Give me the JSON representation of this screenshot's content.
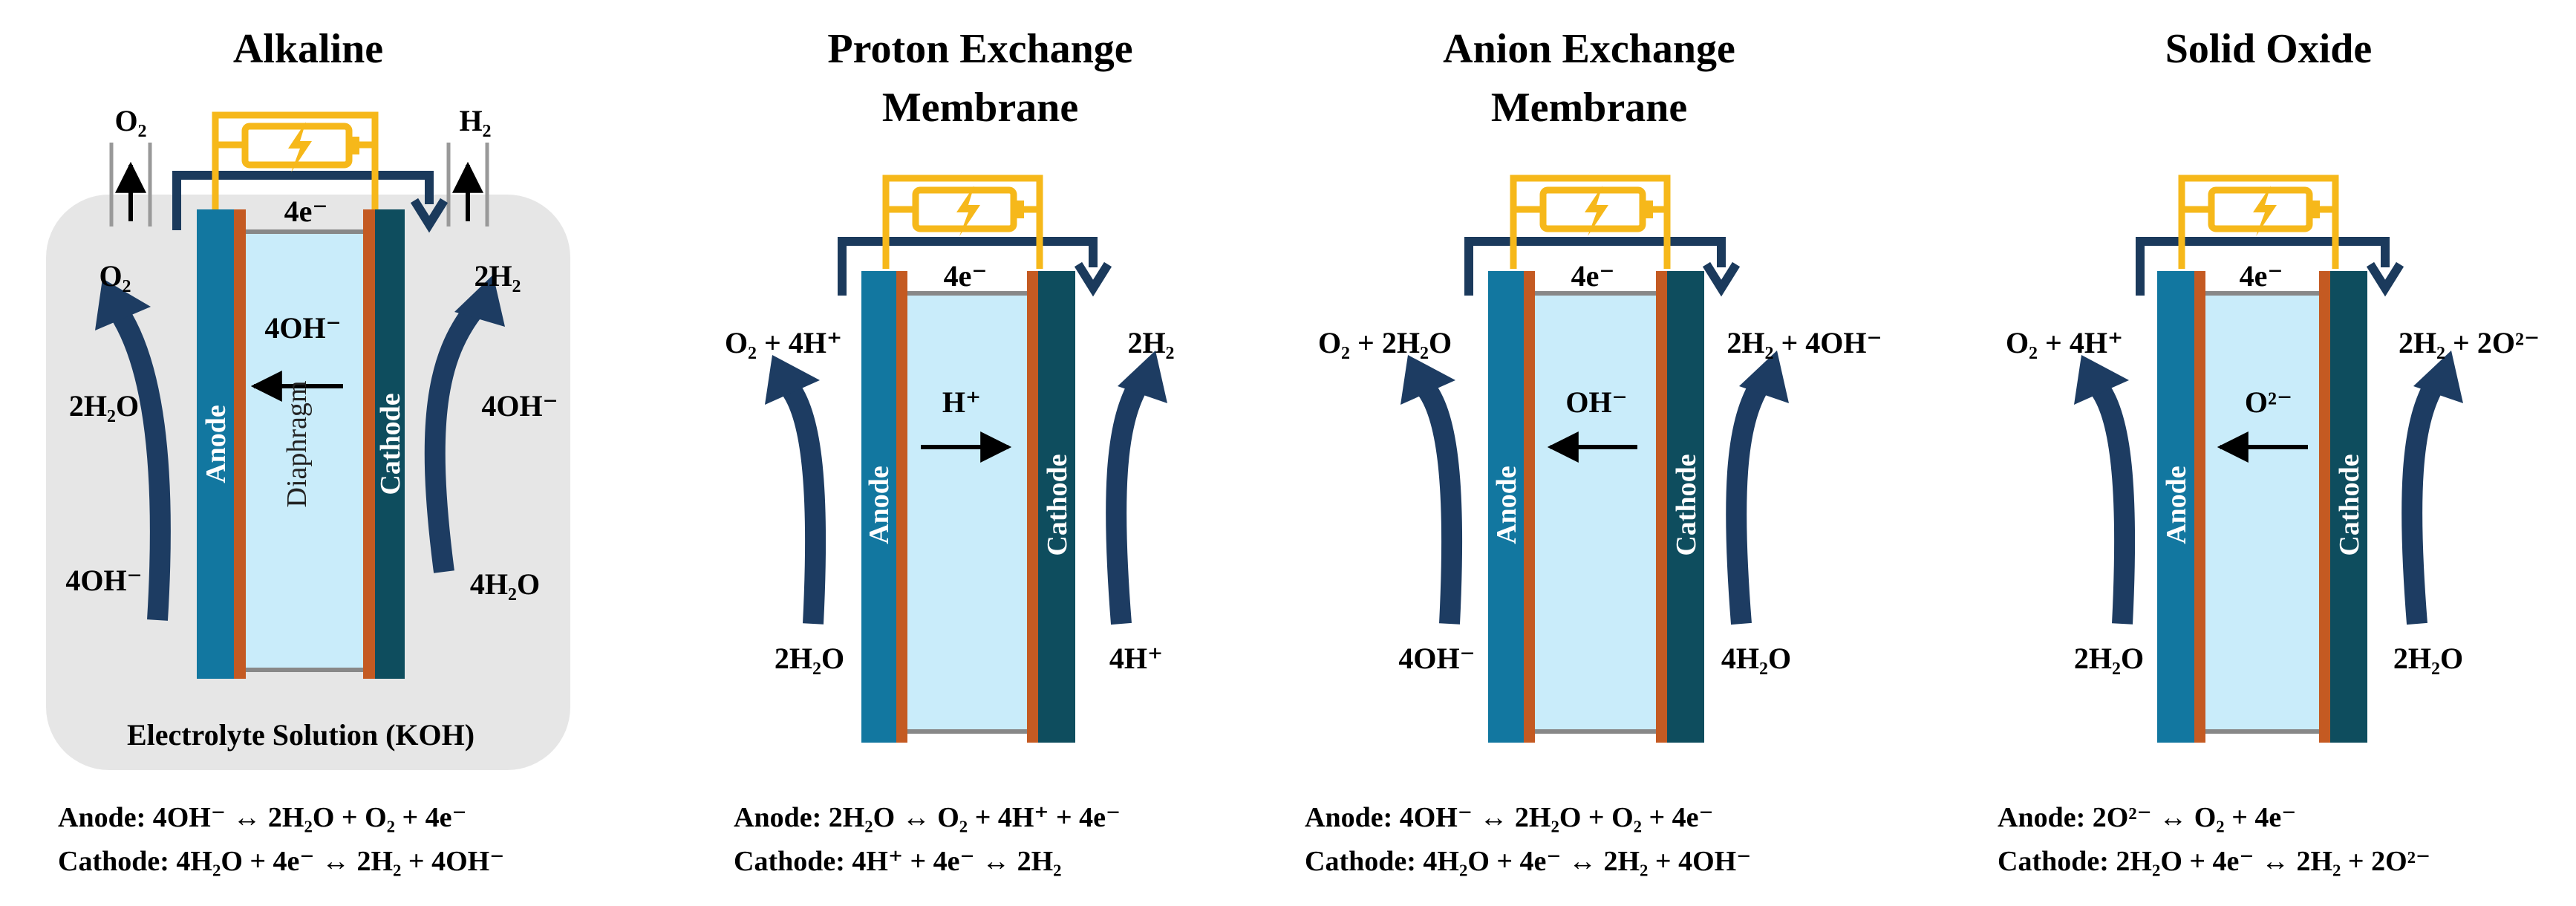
{
  "panels": [
    {
      "title_lines": [
        "Alkaline"
      ],
      "anode_label": "Anode",
      "cathode_label": "Cathode",
      "separator_label": "Diaphragm",
      "electrons": "4e⁻",
      "ion": "4OH⁻",
      "ion_direction": "left",
      "left_top": "O₂",
      "left_mid": "2H₂O",
      "left_bottom": "4OH⁻",
      "right_top": "2H₂",
      "right_mid": "4OH⁻",
      "right_bottom": "4H₂O",
      "gas_left": "O₂",
      "gas_right": "H₂",
      "electrolyte_label": "Electrolyte Solution (KOH)",
      "anode_eq": "Anode: 4OH⁻ ↔ 2H₂O + O₂ + 4e⁻",
      "cathode_eq": "Cathode: 4H₂O + 4e⁻ ↔ 2H₂ + 4OH⁻"
    },
    {
      "title_lines": [
        "Proton Exchange",
        "Membrane"
      ],
      "anode_label": "Anode",
      "cathode_label": "Cathode",
      "electrons": "4e⁻",
      "ion": "H⁺",
      "ion_direction": "right",
      "left_top": "O₂ + 4H⁺",
      "left_bottom": "2H₂O",
      "right_top": "2H₂",
      "right_bottom": "4H⁺",
      "anode_eq": "Anode: 2H₂O ↔ O₂ + 4H⁺ + 4e⁻",
      "cathode_eq": "Cathode: 4H⁺ + 4e⁻ ↔ 2H₂"
    },
    {
      "title_lines": [
        "Anion Exchange",
        "Membrane"
      ],
      "anode_label": "Anode",
      "cathode_label": "Cathode",
      "electrons": "4e⁻",
      "ion": "OH⁻",
      "ion_direction": "left",
      "left_top": "O₂ + 2H₂O",
      "left_bottom": "4OH⁻",
      "right_top": "2H₂ + 4OH⁻",
      "right_bottom": "4H₂O",
      "anode_eq": "Anode: 4OH⁻ ↔ 2H₂O + O₂ + 4e⁻",
      "cathode_eq": "Cathode: 4H₂O + 4e⁻ ↔ 2H₂ + 4OH⁻"
    },
    {
      "title_lines": [
        "Solid Oxide"
      ],
      "anode_label": "Anode",
      "cathode_label": "Cathode",
      "electrons": "4e⁻",
      "ion": "O²⁻",
      "ion_direction": "left",
      "left_top": "O₂ + 4H⁺",
      "left_bottom": "2H₂O",
      "right_top": "2H₂ + 2O²⁻",
      "right_bottom": "2H₂O",
      "anode_eq": "Anode: 2O²⁻ ↔ O₂ + 4e⁻",
      "cathode_eq": "Cathode: 2H₂O + 4e⁻ ↔ 2H₂ + 2O²⁻"
    }
  ],
  "colors": {
    "anode": "#1277a0",
    "cathode": "#0e4d5e",
    "catalyst": "#c45a22",
    "electrolyte": "#c9ecfa",
    "wire": "#f6b81a",
    "circuit": "#1b3a5c",
    "reaction_arrow": "#1d3c62",
    "bath": "#e6e6e6"
  }
}
